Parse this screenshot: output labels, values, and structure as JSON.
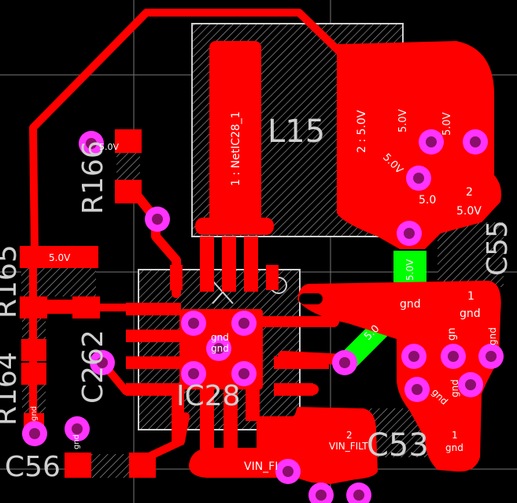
{
  "colors": {
    "background": "#000000",
    "copper_top": "#ff0000",
    "selected_trace": "#00ff00",
    "via": "#ff33ff",
    "via_hole": "#8a0f6a",
    "silkscreen": "#cfcfcf",
    "grid": "#7a7a7a",
    "keepout_hatch": "#b0b0b0"
  },
  "designators": {
    "l15": "L15",
    "r166": "R166",
    "r165": "R165",
    "r164": "R164",
    "c262": "C262",
    "ic28": "IC28",
    "c56": "C56",
    "c53": "C53",
    "c55": "C55"
  },
  "nets": {
    "l15_pad1": "1 : NetIC28_1",
    "l15_pad2": "2 : 5.0V",
    "v5_a": "5.0V",
    "v5_b": "5.0V",
    "v5_c": "5.0V",
    "v5_d": "5.0",
    "pin2": "2",
    "v5_e": "5.0V",
    "v5_r166": "5.0V",
    "v5_r165": "5.0V",
    "v5_green_pad": "5.0V",
    "v5_green_trace": "5.0",
    "gnd_main": "gnd",
    "pin1_c55": "1",
    "gnd_c55_1": "gnd",
    "gnd_c55_2": "gn",
    "gnd_c55_3": "gnd",
    "gnd_ic_1": "gnd",
    "gnd_ic_2": "gnd",
    "gnd_c55_4": "gnd",
    "gnd_c55_5": "gnd",
    "pin2_c53": "2",
    "vin_filt_pad": "VIN_FILT",
    "vin_filt_trace": "VIN_FI",
    "pin1_c53": "1",
    "gnd_c53": "gnd",
    "gnd_c56": "gnd",
    "gnd_r164": "gnd"
  }
}
